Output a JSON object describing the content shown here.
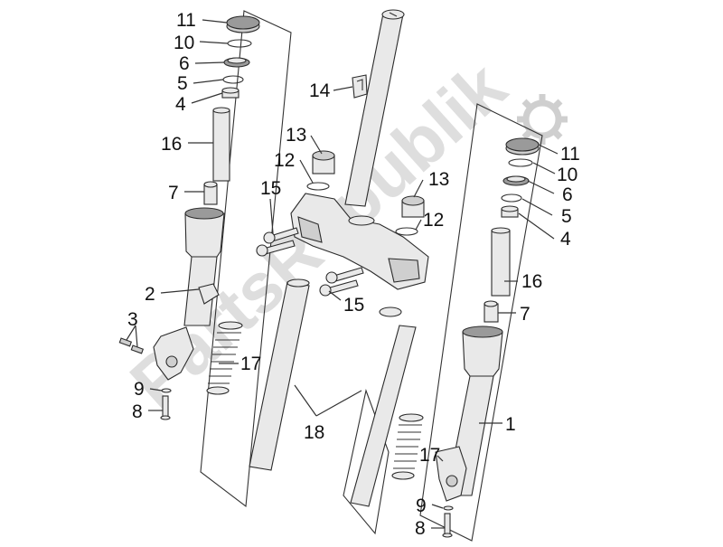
{
  "watermark": {
    "text": "PartsRepublik",
    "icon": "gear-icon",
    "color": "#cfcfcf"
  },
  "callouts": [
    {
      "key": "l11a",
      "text": "11"
    },
    {
      "key": "l10a",
      "text": "10"
    },
    {
      "key": "l6a",
      "text": "6"
    },
    {
      "key": "l5a",
      "text": "5"
    },
    {
      "key": "l4a",
      "text": "4"
    },
    {
      "key": "l16a",
      "text": "16"
    },
    {
      "key": "l7a",
      "text": "7"
    },
    {
      "key": "l2",
      "text": "2"
    },
    {
      "key": "l3",
      "text": "3"
    },
    {
      "key": "l17a",
      "text": "17"
    },
    {
      "key": "l9a",
      "text": "9"
    },
    {
      "key": "l8a",
      "text": "8"
    },
    {
      "key": "l14",
      "text": "14"
    },
    {
      "key": "l13a",
      "text": "13"
    },
    {
      "key": "l12a",
      "text": "12"
    },
    {
      "key": "l15a",
      "text": "15"
    },
    {
      "key": "l13b",
      "text": "13"
    },
    {
      "key": "l12b",
      "text": "12"
    },
    {
      "key": "l15b",
      "text": "15"
    },
    {
      "key": "l18",
      "text": "18"
    },
    {
      "key": "l11b",
      "text": "11"
    },
    {
      "key": "l10b",
      "text": "10"
    },
    {
      "key": "l6b",
      "text": "6"
    },
    {
      "key": "l5b",
      "text": "5"
    },
    {
      "key": "l4b",
      "text": "4"
    },
    {
      "key": "l16b",
      "text": "16"
    },
    {
      "key": "l7b",
      "text": "7"
    },
    {
      "key": "l1",
      "text": "1"
    },
    {
      "key": "l17b",
      "text": "17"
    },
    {
      "key": "l9b",
      "text": "9"
    },
    {
      "key": "l8b",
      "text": "8"
    }
  ]
}
